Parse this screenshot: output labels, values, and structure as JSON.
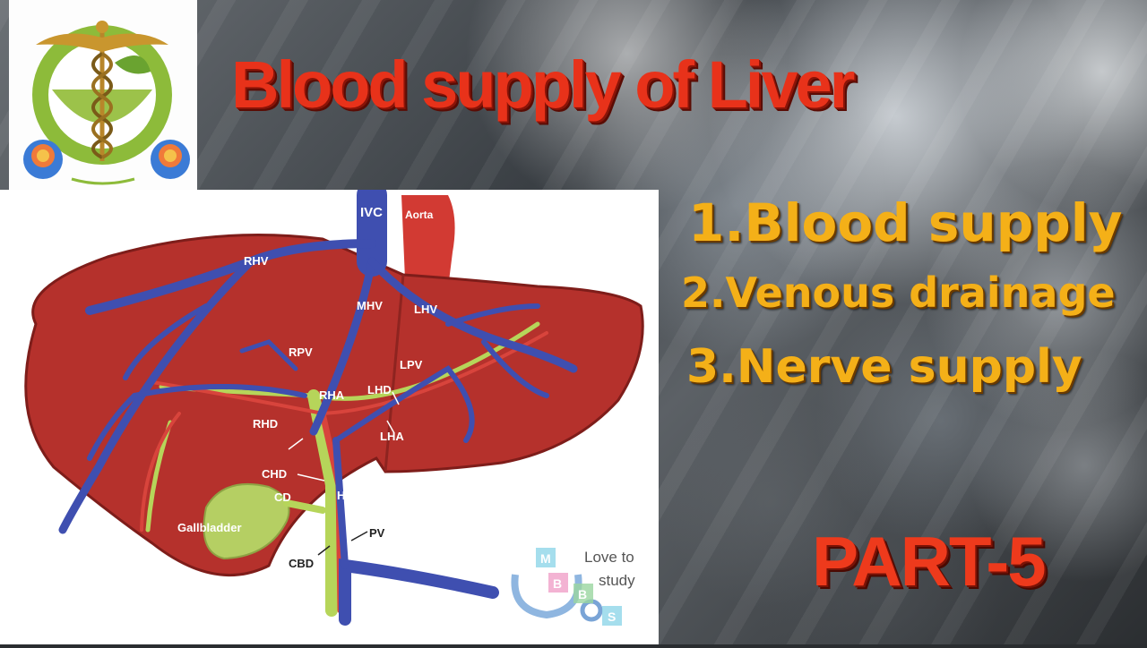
{
  "title": "Blood supply of Liver",
  "topics": [
    "1.Blood supply",
    "2.Venous drainage",
    "3.Nerve supply"
  ],
  "part_label": "PART-5",
  "diagram_labels": {
    "ivc": "IVC",
    "aorta": "Aorta",
    "rhv": "RHV",
    "mhv": "MHV",
    "lhv": "LHV",
    "rpv": "RPV",
    "lpv": "LPV",
    "rha": "RHA",
    "lhd": "LHD",
    "rhd": "RHD",
    "lha": "LHA",
    "chd": "CHD",
    "cd": "CD",
    "ha": "HA",
    "gallbladder": "Gallbladder",
    "pv": "PV",
    "cbd": "CBD"
  },
  "watermark": {
    "line1": "Love to",
    "line2": "study",
    "letters": [
      "M",
      "B",
      "B",
      "S"
    ]
  },
  "colors": {
    "title": "#e8321a",
    "topics": "#f4b018",
    "part": "#ee3a1c",
    "liver": "#b5312c",
    "vein": "#3f4fb0",
    "artery": "#d8443c",
    "bile": "#b6d55a"
  },
  "icons": [
    "caduceus-logo",
    "brain-head-icon"
  ]
}
